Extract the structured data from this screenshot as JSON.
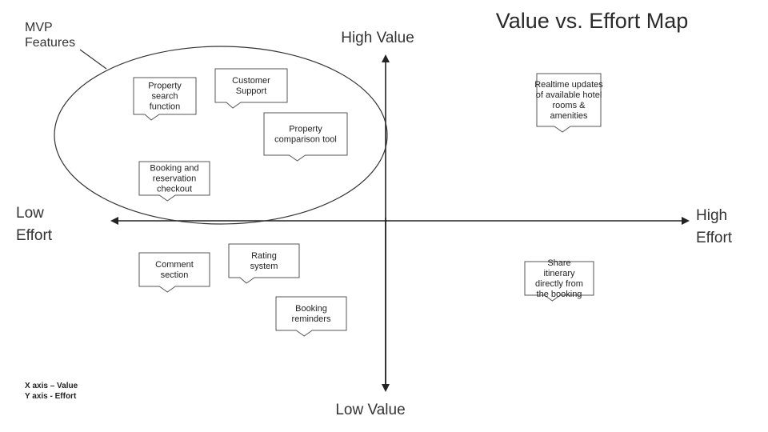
{
  "title": "Value vs. Effort Map",
  "axes": {
    "top": "High Value",
    "bottom": "Low Value",
    "left": [
      "Low",
      "Effort"
    ],
    "right": [
      "High",
      "Effort"
    ]
  },
  "group": {
    "label": [
      "MVP",
      "Features"
    ]
  },
  "notes": [
    {
      "id": "property-search",
      "lines": [
        "Property",
        "search",
        "function"
      ]
    },
    {
      "id": "customer-support",
      "lines": [
        "Customer",
        "Support"
      ]
    },
    {
      "id": "property-comparison",
      "lines": [
        "Property",
        "comparison tool"
      ]
    },
    {
      "id": "booking-checkout",
      "lines": [
        "Booking and",
        "reservation",
        "checkout"
      ]
    },
    {
      "id": "realtime-updates",
      "lines": [
        "Realtime updates",
        "of available hotel",
        "rooms &",
        "amenities"
      ]
    },
    {
      "id": "comment-section",
      "lines": [
        "Comment",
        "section"
      ]
    },
    {
      "id": "rating-system",
      "lines": [
        "Rating",
        "system"
      ]
    },
    {
      "id": "booking-reminders",
      "lines": [
        "Booking",
        "reminders"
      ]
    },
    {
      "id": "share-itinerary",
      "lines": [
        "Share",
        "itinerary",
        "directly from",
        "the booking"
      ]
    }
  ],
  "legend": [
    "X axis – Value",
    "Y axis - Effort"
  ]
}
